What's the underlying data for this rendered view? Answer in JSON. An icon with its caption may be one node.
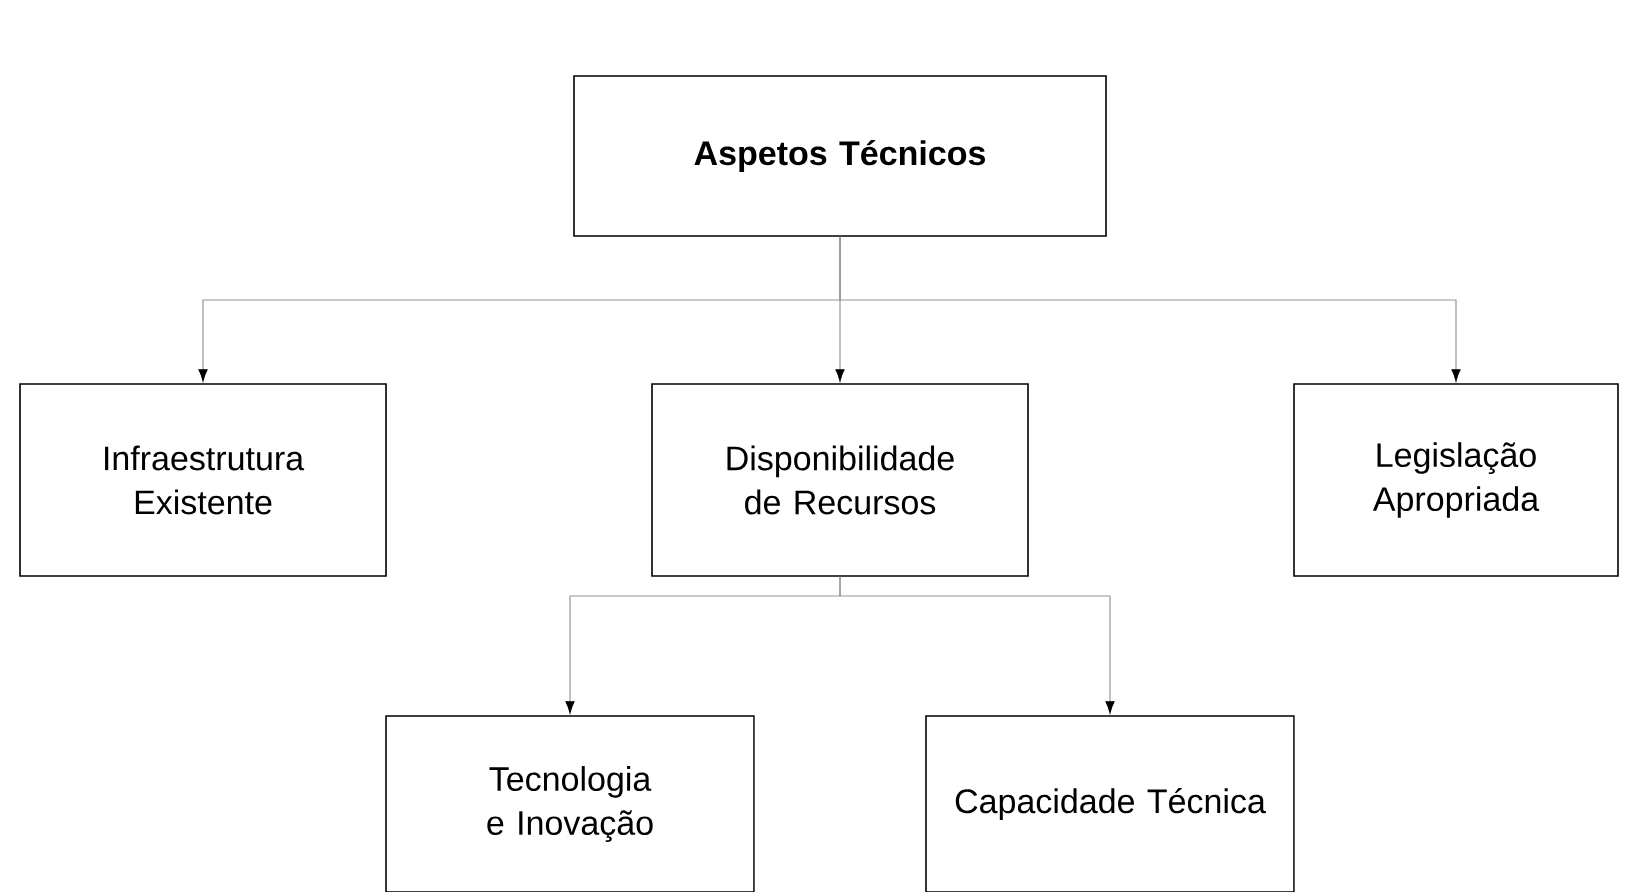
{
  "diagram": {
    "nodes": [
      {
        "text": [
          "Aspetos Técnicos"
        ]
      },
      {
        "text": [
          "Infraestrutura Existente"
        ]
      },
      {
        "text": [
          "Disponibilidade de Recursos"
        ]
      },
      {
        "text": [
          "Legislação Apropriada"
        ]
      },
      {
        "text": [
          "Tecnologia e Inovação"
        ]
      },
      {
        "text": [
          "Capacidade Técnica"
        ]
      }
    ],
    "edges": [
      {
        "from": 0,
        "to": 1,
        "arrow": "to"
      },
      {
        "from": 0,
        "to": 2,
        "arrow": "to"
      },
      {
        "from": 0,
        "to": 3,
        "arrow": "to"
      },
      {
        "from": 2,
        "to": 4,
        "arrow": "to"
      },
      {
        "from": 2,
        "to": 5,
        "arrow": "to"
      }
    ]
  }
}
